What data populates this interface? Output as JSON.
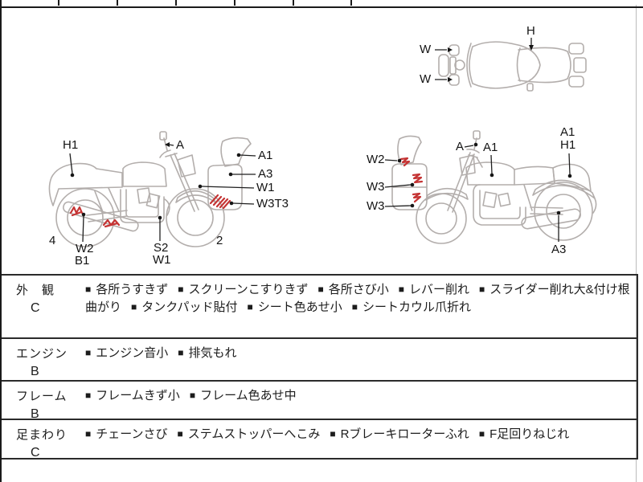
{
  "document": {
    "type_note": "motorcycle condition inspection sheet"
  },
  "colors": {
    "outline": "#b3aeac",
    "damage": "#c53434",
    "ink": "#1c1c1c"
  },
  "labels": {
    "top_w_upper": "W",
    "top_w_lower": "W",
    "top_h": "H",
    "lb_h1": "H1",
    "lb_a": "A",
    "lb_num_left": "4",
    "lb_w2": "W2",
    "lb_b1": "B1",
    "lb_s2": "S2",
    "lb_w1": "W1",
    "lb_num_right": "2",
    "cowl_a1": "A1",
    "cowl_a3": "A3",
    "cowl_w1": "W1",
    "cowl_w3t3": "W3T3",
    "rb_w2": "W2",
    "rb_w3_mid": "W3",
    "rb_w3_low": "W3",
    "rb_a": "A",
    "rb_a1_tank": "A1",
    "rb_a1_rear": "A1",
    "rb_h1_rear": "H1",
    "rb_a3": "A3"
  },
  "inspection_table": {
    "bullet": "■",
    "rows": [
      {
        "category": "外　観",
        "grade": "C",
        "items": [
          "各所うすきず",
          "スクリーンこすりきず",
          "各所さび小",
          "レバー削れ",
          "スライダー削れ大&付け根曲がり",
          "タンクパッド貼付",
          "シート色あせ小",
          "シートカウル爪折れ"
        ]
      },
      {
        "category": "エンジン",
        "grade": "B",
        "items": [
          "エンジン音小",
          "排気もれ"
        ]
      },
      {
        "category": "フレーム",
        "grade": "B",
        "items": [
          "フレームきず小",
          "フレーム色あせ中"
        ]
      },
      {
        "category": "足まわり",
        "grade": "C",
        "items": [
          "チェーンさび",
          "ステムストッパーへこみ",
          "Rブレーキローターふれ",
          "F足回りねじれ"
        ]
      }
    ]
  }
}
